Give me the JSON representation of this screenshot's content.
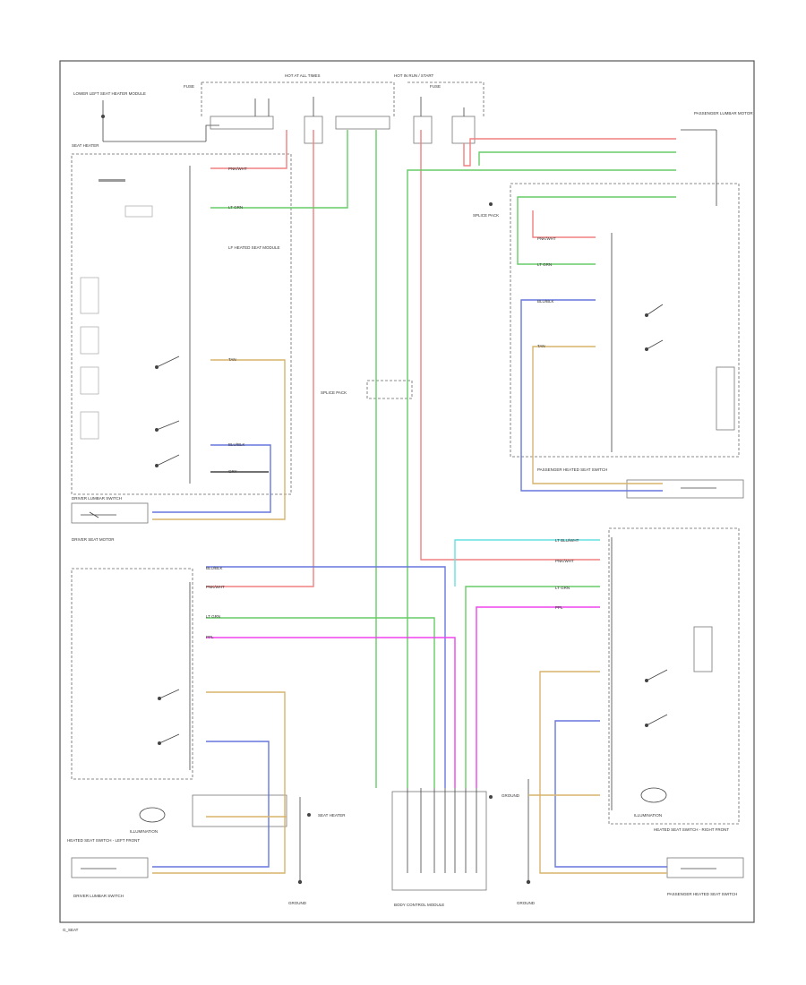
{
  "colors": {
    "pink": "#f08080",
    "green": "#66cc66",
    "blue": "#6677dd",
    "tan": "#d9b36c",
    "magenta": "#ee44ee",
    "cyan": "#66e0e0",
    "ink": "#444444"
  },
  "labels": {
    "top_left_component": "LOWER LEFT SEAT HEATER MODULE",
    "top_center_1": "HOT AT ALL TIMES",
    "top_center_2": "HOT IN RUN / START",
    "seat_heater_label": "SEAT HEATER",
    "fuse_left": "FUSE",
    "fuse_right": "FUSE",
    "left_module_title": "LF HEATED SEAT MODULE",
    "driver_lumbar_title": "DRIVER LUMBAR SWITCH",
    "driver_seat_motor": "DRIVER SEAT MOTOR",
    "passenger_switch_caption": "PASSENGER HEATED SEAT SWITCH",
    "passenger_motor_caption": "PASSENGER LUMBAR MOTOR",
    "center_splice": "SPLICE PACK",
    "left_switch_title": "HEATED SEAT SWITCH - LEFT FRONT",
    "right_switch_title": "HEATED SEAT SWITCH - RIGHT FRONT",
    "ground_left": "GROUND",
    "ground_center": "GROUND",
    "ground_right": "GROUND",
    "bottom_center_connector": "BODY CONTROL MODULE",
    "illumination_left": "ILLUMINATION",
    "illumination_right": "ILLUMINATION",
    "corner_note": "G_SEAT"
  },
  "wire_tags": {
    "pink": "PNK/WHT",
    "green": "LT GRN",
    "blue": "BLU/BLK",
    "tan": "TAN",
    "magenta": "PPL",
    "cyan": "LT BLU/WHT",
    "gray": "GRY"
  }
}
